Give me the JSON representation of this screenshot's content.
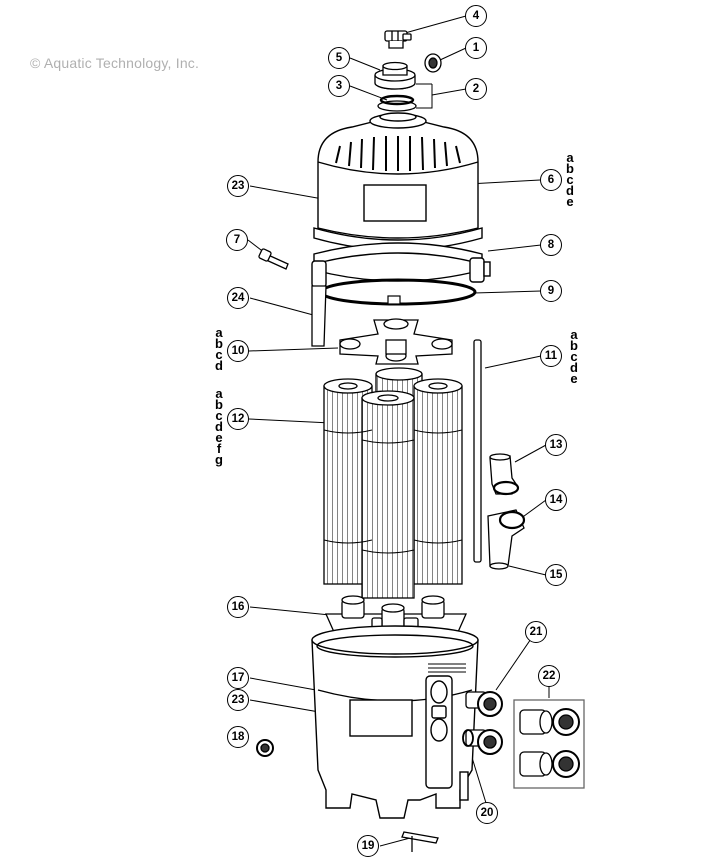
{
  "watermark": "© Aquatic Technology, Inc.",
  "callouts": [
    "4",
    "1",
    "5",
    "2",
    "3",
    "6",
    "23",
    "7",
    "8",
    "9",
    "24",
    "10",
    "11",
    "12",
    "13",
    "14",
    "15",
    "16",
    "21",
    "17",
    "22",
    "23",
    "18",
    "20",
    "19"
  ],
  "variants": {
    "part6": [
      "a",
      "b",
      "c",
      "d",
      "e"
    ],
    "part10": [
      "a",
      "b",
      "c",
      "d"
    ],
    "part11": [
      "a",
      "b",
      "c",
      "d",
      "e"
    ],
    "part12": [
      "a",
      "b",
      "c",
      "d",
      "e",
      "f",
      "g"
    ]
  },
  "colors": {
    "line": "#000000",
    "background": "#ffffff",
    "watermark": "#b0b0b0"
  }
}
